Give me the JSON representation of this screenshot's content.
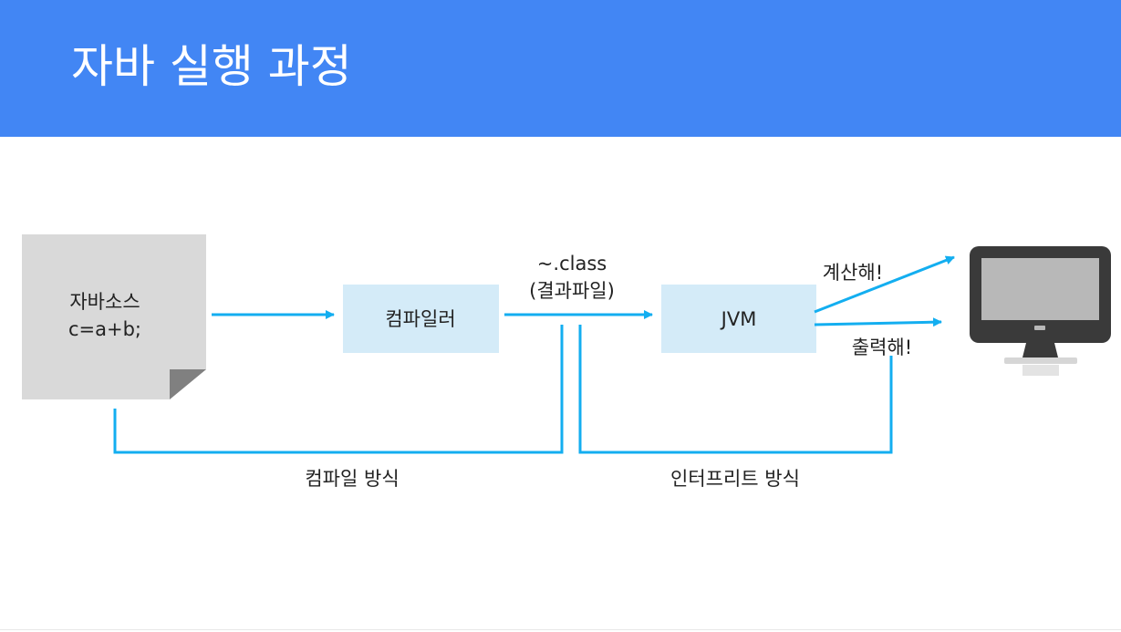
{
  "slide": {
    "title": "자바 실행 과정"
  },
  "diagram": {
    "source_file": {
      "line1": "자바소스",
      "line2": "c=a+b;"
    },
    "compiler_label": "컴파일러",
    "class_file": {
      "line1": "~.class",
      "line2": "(결과파일)"
    },
    "jvm_label": "JVM",
    "output_calc": "계산해!",
    "output_print": "출력해!",
    "compile_method": "컴파일 방식",
    "interpret_method": "인터프리트 방식"
  },
  "colors": {
    "header": "#4286f4",
    "accent": "#13aef0",
    "box_fill": "#d4ebf8",
    "paper": "#d9d9d9",
    "paper_fold": "#808080",
    "monitor": "#3a3a3a",
    "screen": "#b8b8b8"
  }
}
